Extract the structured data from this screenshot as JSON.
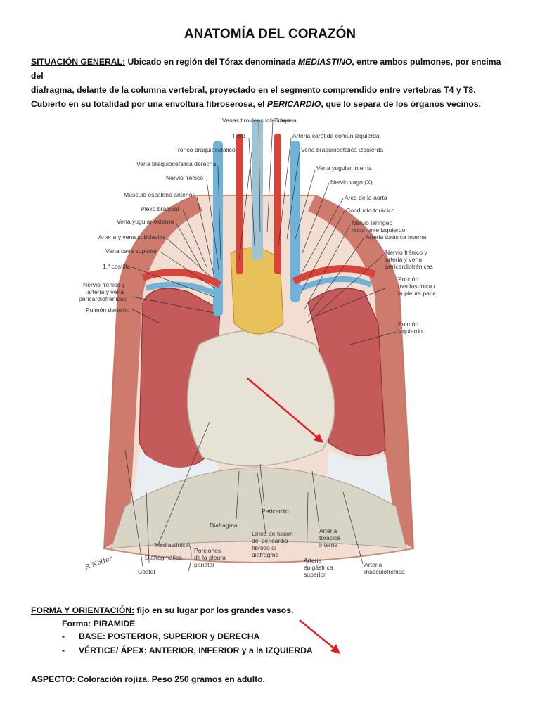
{
  "title": "ANATOMÍA DEL CORAZÓN",
  "situacion": {
    "label": "SITUACIÓN GENERAL:",
    "text1": " Ubicado en región del Tórax denominada ",
    "mediastino": "MEDIASTINO",
    "text2": ", entre ambos pulmones, por encima del",
    "line2": "diafragma, delante de la columna vertebral, proyectado en el segmento comprendido entre vertebras T4 y T8."
  },
  "cubierto": {
    "text1": "Cubierto en su totalidad por una envoltura fibroserosa, el ",
    "pericardio": "PERICARDIO",
    "text2": ", que lo separa de los órganos vecinos."
  },
  "figure_labels": {
    "venas_tiroideas": "Venas tiroideas inferiores",
    "traquea": "Tráquea",
    "timo": "Timo",
    "arteria_carotida": "Arteria carótida común izquierda",
    "tronco_braquio": "Tronco braquiocefálico",
    "vena_braquio_izq": "Vena braquiocefálica izquierda",
    "vena_braquio_der": "Vena braquiocefálica derecha",
    "vena_yugular_int": "Vena yugular interna",
    "nervio_frenico": "Nervio frénico",
    "nervio_vago": "Nervio vago (X)",
    "musculo_escaleno": "Músculo escaleno anterior",
    "arco_aorta": "Arco de la aorta",
    "plexo_braquial": "Plexo braquial",
    "conducto_toracico": "Conducto torácico",
    "vena_yugular_ext": "Vena yugular externa",
    "nervio_laringeo_1": "Nervio laríngeo",
    "nervio_laringeo_2": "recurrente izquierdo",
    "arteria_vena_subclavias": "Arteria y vena subclavias",
    "arteria_toracica_int": "Arteria torácica interna",
    "vena_cava_sup": "Vena cava superior",
    "nervio_frenico_r_1": "Nervio frénico y",
    "nervio_frenico_r_2": "arteria y vena",
    "nervio_frenico_r_3": "pericardiofrénicas",
    "costilla": "1.ª costilla",
    "nervio_frenico_l_1": "Nervio frénico y",
    "nervio_frenico_l_2": "arteria y vena",
    "nervio_frenico_l_3": "pericardiofrénicas",
    "porcion_1": "Porción",
    "porcion_2": "mediastínica de",
    "porcion_3": "la pleura parietal",
    "pulmon_derecho": "Pulmón derecho",
    "pulmon_izq_1": "Pulmón",
    "pulmon_izq_2": "izquierdo",
    "pericardio": "Pericardio",
    "diafragma": "Diafragma",
    "linea_fusion_1": "Línea de fusión",
    "linea_fusion_2": "del pericardio",
    "linea_fusion_3": "fibroso al",
    "linea_fusion_4": "diafragma",
    "arteria_tor_int_1": "Arteria",
    "arteria_tor_int_2": "torácica",
    "arteria_tor_int_3": "interna",
    "mediastinica": "Mediastínica",
    "diafragmatica": "Diafragmática",
    "costal": "Costal",
    "porciones_1": "Porciones",
    "porciones_2": "de la pleura",
    "porciones_3": "parietal",
    "arteria_epi_1": "Arteria",
    "arteria_epi_2": "epigástrica",
    "arteria_epi_3": "superior",
    "arteria_musc_1": "Arteria",
    "arteria_musc_2": "musculofrénica",
    "signature": "F. Netter"
  },
  "forma": {
    "label": "FORMA Y ORIENTACIÓN:",
    "text": " fijo en su lugar por los grandes vasos.",
    "forma_line": "Forma: PIRAMIDE",
    "bullet_char": "-",
    "base_label": "BASE:",
    "base_text": " POSTERIOR, SUPERIOR y DERECHA",
    "vertice_label": "VÉRTICE/ ÁPEX:",
    "vertice_text": " ANTERIOR, INFERIOR y a la IZQUIERDA"
  },
  "aspecto": {
    "label": "ASPECTO:",
    "text": " Coloración rojiza. Peso 250 gramos en adulto."
  },
  "colors": {
    "arrow": "#e02020",
    "lung": "#c45a5a",
    "pericardium": "#e6e3d6",
    "thymus": "#e9c15a",
    "vein": "#6fb4d8",
    "artery": "#d9443a"
  }
}
